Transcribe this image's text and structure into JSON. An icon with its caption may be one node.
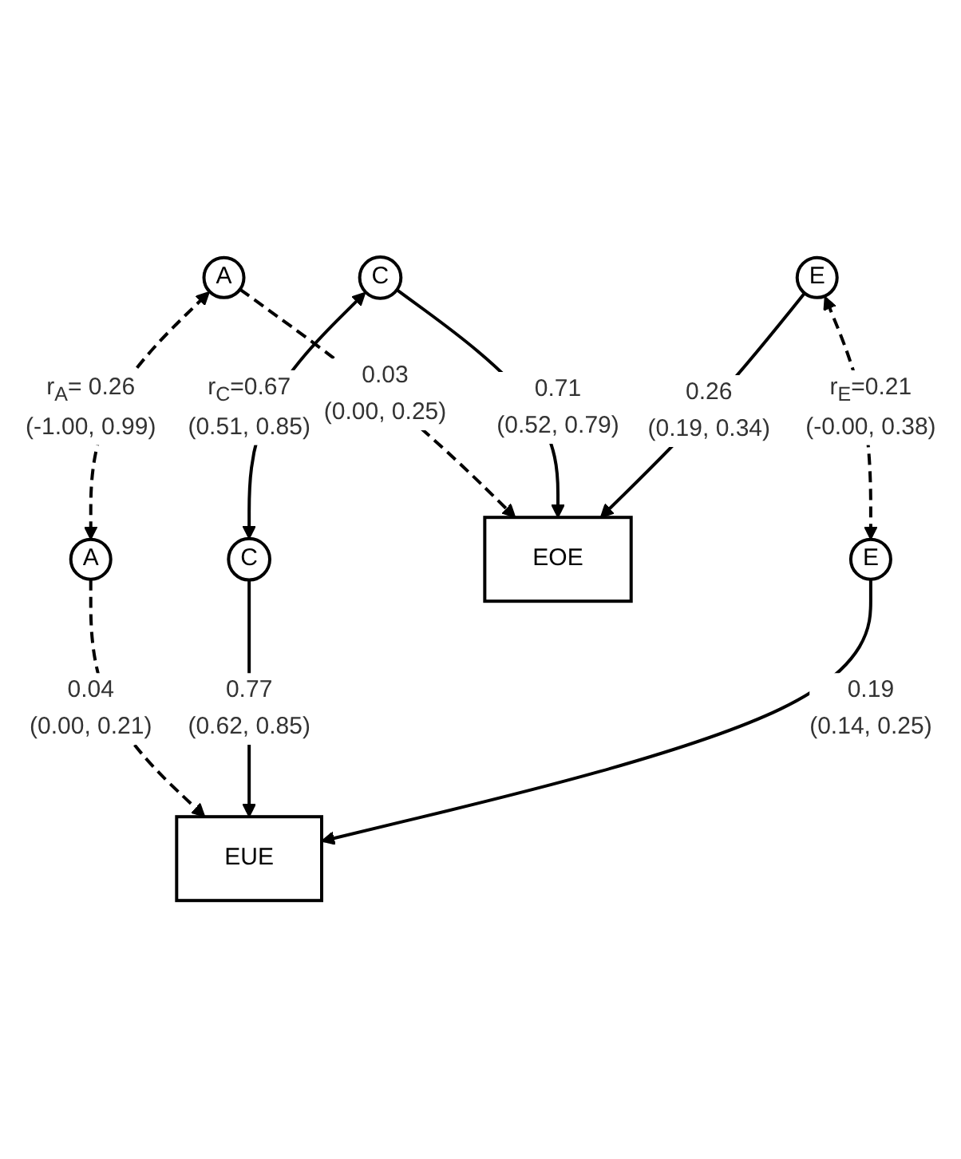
{
  "diagram": {
    "nodes": [
      {
        "text": [
          "A"
        ]
      },
      {
        "text": [
          "C"
        ]
      },
      {
        "text": [
          "A"
        ]
      },
      {
        "text": [
          "C"
        ]
      },
      {
        "text": [
          "EOE"
        ]
      },
      {
        "text": [
          "EUE"
        ]
      },
      {
        "text": [
          "E"
        ]
      },
      {
        "text": [
          "E"
        ]
      }
    ],
    "edges": [
      {
        "from": 0,
        "to": 2,
        "arrow": "both",
        "style": "dashed",
        "label": "r$_{A}$= 0.26 (-1.00, 0.99)"
      },
      {
        "from": 1,
        "to": 3,
        "arrow": "both",
        "label": "r$_{C}$=0.67 (0.51, 0.85)"
      },
      {
        "from": 0,
        "to": 4,
        "arrow": "to",
        "style": "dashed",
        "label": "0.03 (0.00, 0.25)"
      },
      {
        "from": 1,
        "to": 4,
        "arrow": "to",
        "label": "0.71 (0.52, 0.79)"
      },
      {
        "from": 2,
        "to": 5,
        "arrow": "to",
        "style": "dashed",
        "label": "0.04 (0.00, 0.21)"
      },
      {
        "from": 3,
        "to": 5,
        "arrow": "to",
        "label": "0.77 (0.62, 0.85)"
      },
      {
        "from": 6,
        "to": 4,
        "arrow": "to",
        "label": "0.26 (0.19, 0.34)"
      },
      {
        "from": 7,
        "to": 5,
        "arrow": "to",
        "label": "0.19 (0.14, 0.25)"
      },
      {
        "from": 6,
        "to": 7,
        "arrow": "both",
        "style": "dashed",
        "label": "r$_{E}$=0.21 (-0.00, 0.38)"
      }
    ]
  }
}
